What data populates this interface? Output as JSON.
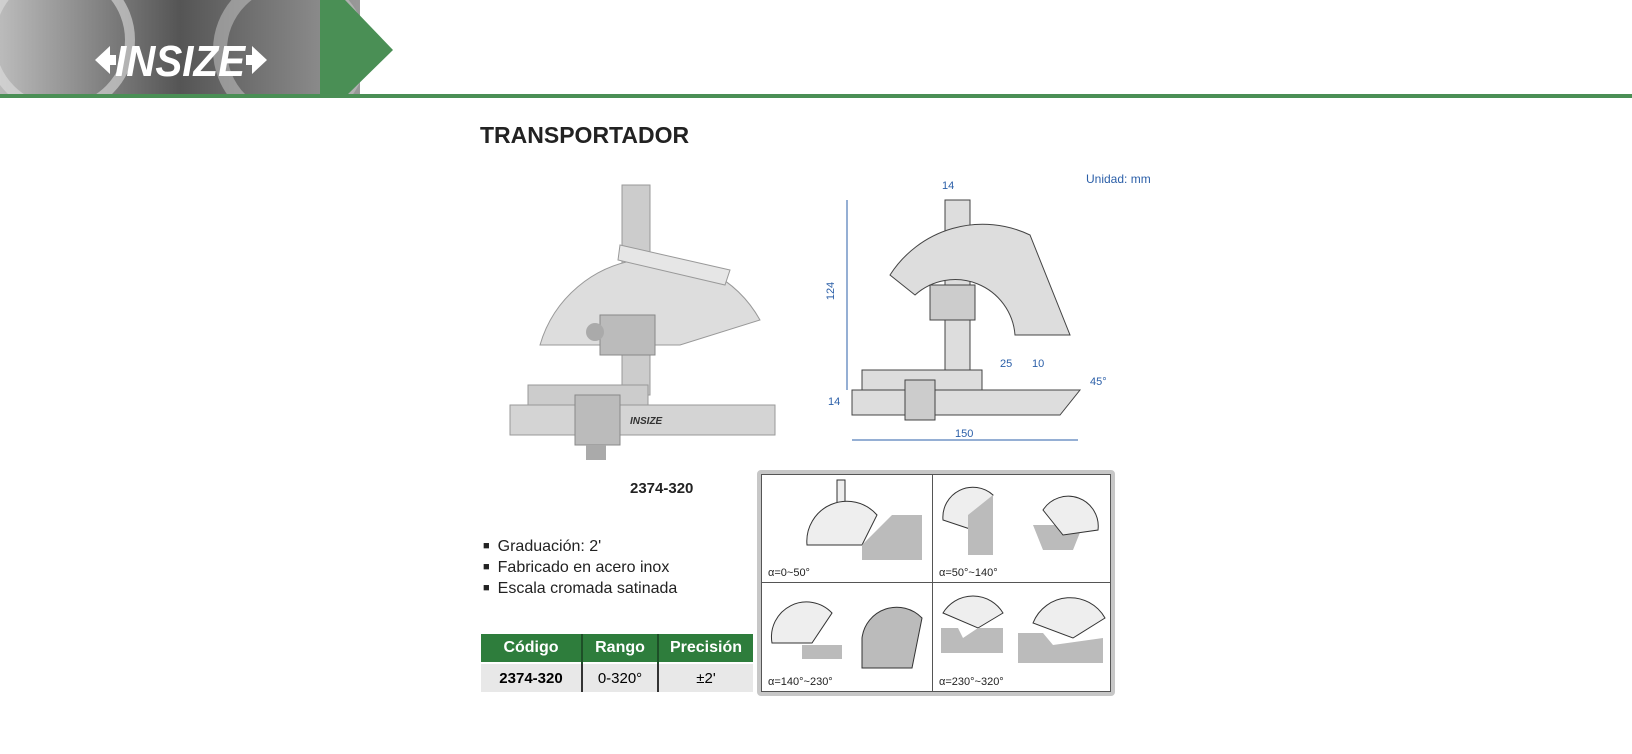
{
  "header": {
    "logo_text": "INSIZE"
  },
  "title": "TRANSPORTADOR",
  "drawing": {
    "unit_label": "Unidad: mm",
    "dims": [
      "14",
      "124",
      "14",
      "25",
      "10",
      "45°",
      "150"
    ]
  },
  "photo": {
    "brand_mark": "INSIZE"
  },
  "model": "2374-320",
  "features": [
    "Graduación: 2'",
    "Fabricado en acero inox",
    "Escala cromada satinada"
  ],
  "table": {
    "headers": [
      "Código",
      "Rango",
      "Precisión"
    ],
    "rows": [
      [
        "2374-320",
        "0-320°",
        "±2'"
      ]
    ]
  },
  "usage": [
    {
      "caption": "α=0~50°"
    },
    {
      "caption": "α=50°~140°"
    },
    {
      "caption": "α=140°~230°"
    },
    {
      "caption": "α=230°~320°"
    }
  ],
  "colors": {
    "green": "#2e7d3c",
    "dim_blue": "#2b5fa8"
  }
}
